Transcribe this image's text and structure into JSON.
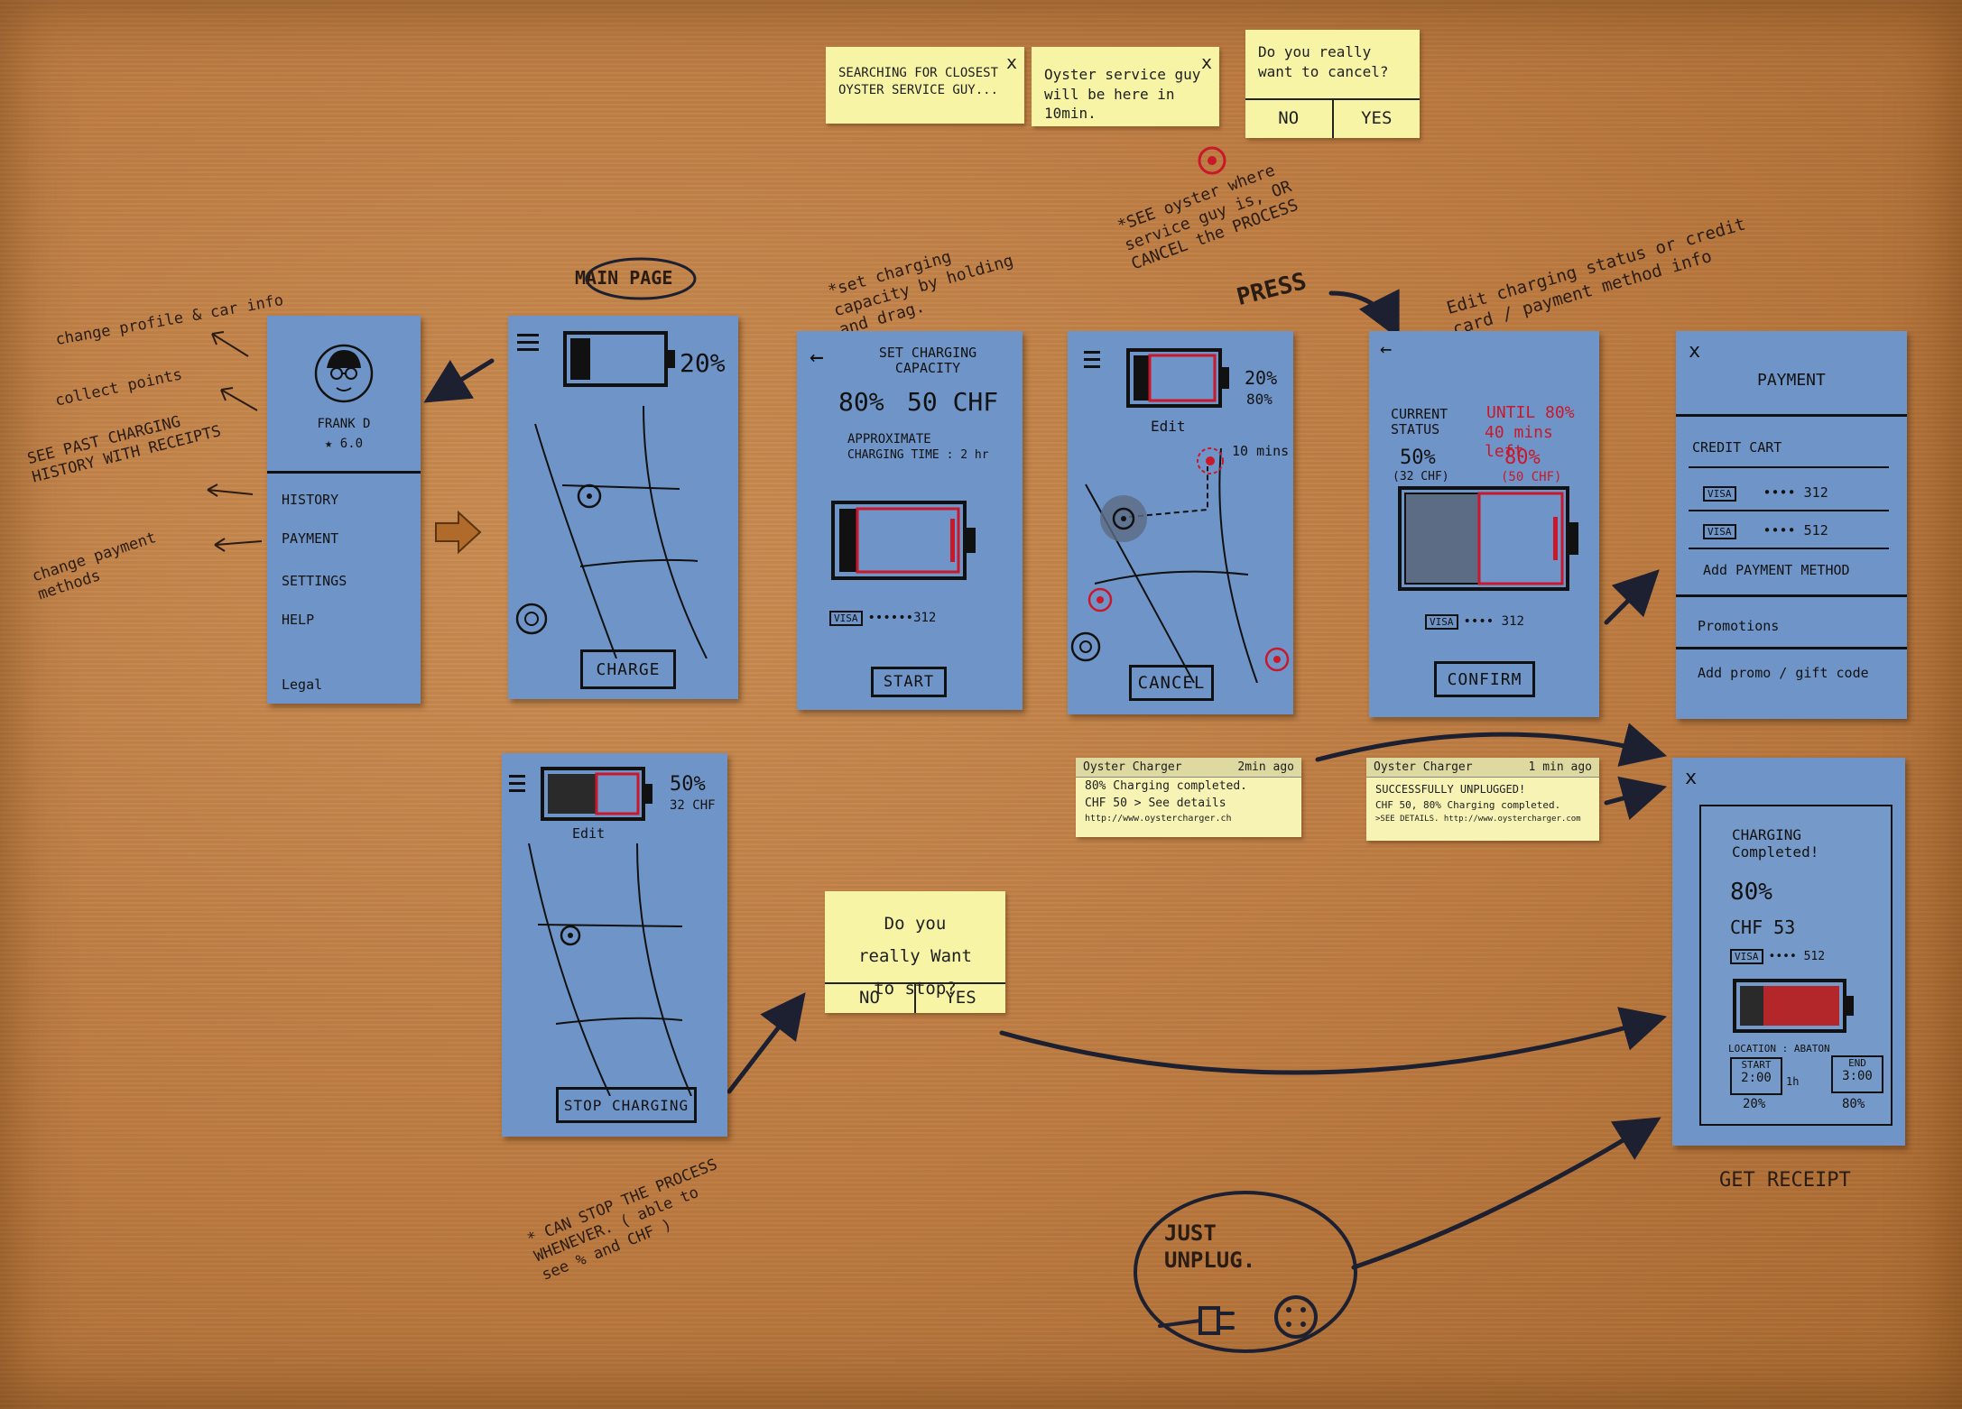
{
  "top_notes": {
    "searching": {
      "text": "SEARCHING FOR CLOSEST OYSTER SERVICE GUY...",
      "close": "x"
    },
    "service": {
      "text": "Oyster service guy will be here in 10min.",
      "close": "x"
    },
    "cancel_confirm": {
      "text": "Do you really want to cancel?",
      "no": "NO",
      "yes": "YES"
    }
  },
  "annotations": {
    "main_page": "MAIN PAGE",
    "change_profile": "change profile & car info",
    "collect_points": "collect points",
    "see_history": "SEE PAST CHARGING HISTORY WITH RECEIPTS",
    "change_payment": "change payment methods",
    "set_capacity": "*set charging capacity by holding and drag.",
    "see_oyster": "*SEE oyster where service guy is, OR CANCEL the PROCESS",
    "press": "PRESS",
    "edit_info": "Edit charging status or credit card / payment method info",
    "can_stop": "* CAN STOP THE PROCESS WHENEVER. ( able to see % and CHF )",
    "get_receipt": "GET RECEIPT",
    "just_unplug": "JUST UNPLUG."
  },
  "profile": {
    "name": "FRANK D",
    "rating": "★ 6.0",
    "menu": [
      "HISTORY",
      "PAYMENT",
      "SETTINGS",
      "HELP"
    ],
    "legal": "Legal"
  },
  "main": {
    "battery_pct": "20%",
    "charge_button": "CHARGE"
  },
  "set_capacity": {
    "title": "SET CHARGING CAPACITY",
    "pct": "80%",
    "price": "50 CHF",
    "approx": "APPROXIMATE",
    "time": "CHARGING TIME : 2 hr",
    "card": "••••••312",
    "visa": "VISA",
    "start_button": "START"
  },
  "waiting": {
    "pct_now": "20%",
    "pct_target": "80%",
    "edit": "Edit",
    "eta": "10 mins",
    "cancel_button": "CANCEL"
  },
  "status": {
    "current_label": "CURRENT STATUS",
    "current_pct": "50%",
    "current_chf": "(32 CHF)",
    "until": "UNTIL 80%",
    "left": "40 mins left",
    "target_pct": "80%",
    "target_chf": "(50 CHF)",
    "visa": "VISA",
    "card": "•••• 312",
    "confirm_button": "CONFIRM"
  },
  "payment": {
    "close": "x",
    "title": "PAYMENT",
    "credit_card": "CREDIT CART",
    "cards": [
      {
        "brand": "VISA",
        "num": "•••• 312"
      },
      {
        "brand": "VISA",
        "num": "•••• 512"
      }
    ],
    "add_method": "Add PAYMENT METHOD",
    "promotions": "Promotions",
    "promo_code": "Add promo / gift code"
  },
  "charging": {
    "pct": "50%",
    "chf": "32 CHF",
    "edit": "Edit",
    "stop_button": "STOP CHARGING"
  },
  "notifications": {
    "first": {
      "app": "Oyster Charger",
      "time": "2min ago",
      "line1": "80% Charging completed.",
      "line2": "CHF 50  > See details",
      "line3": "http://www.oystercharger.ch"
    },
    "second": {
      "app": "Oyster Charger",
      "time": "1 min ago",
      "line1": "SUCCESSFULLY UNPLUGGED!",
      "line2": "CHF 50,  80% Charging completed.",
      "line3": ">SEE DETAILS. http://www.oystercharger.com"
    }
  },
  "stop_confirm": {
    "text": "Do you really Want to stop?",
    "no": "NO",
    "yes": "YES"
  },
  "receipt": {
    "close": "x",
    "title": "CHARGING Completed!",
    "pct": "80%",
    "chf": "CHF 53",
    "visa": "VISA",
    "card": "•••• 512",
    "location": "LOCATION : ABATON",
    "start_label": "START",
    "start_time": "2:00",
    "end_label": "END",
    "end_time": "3:00",
    "start_pct": "20%",
    "end_pct": "80%",
    "hours": "1h"
  }
}
